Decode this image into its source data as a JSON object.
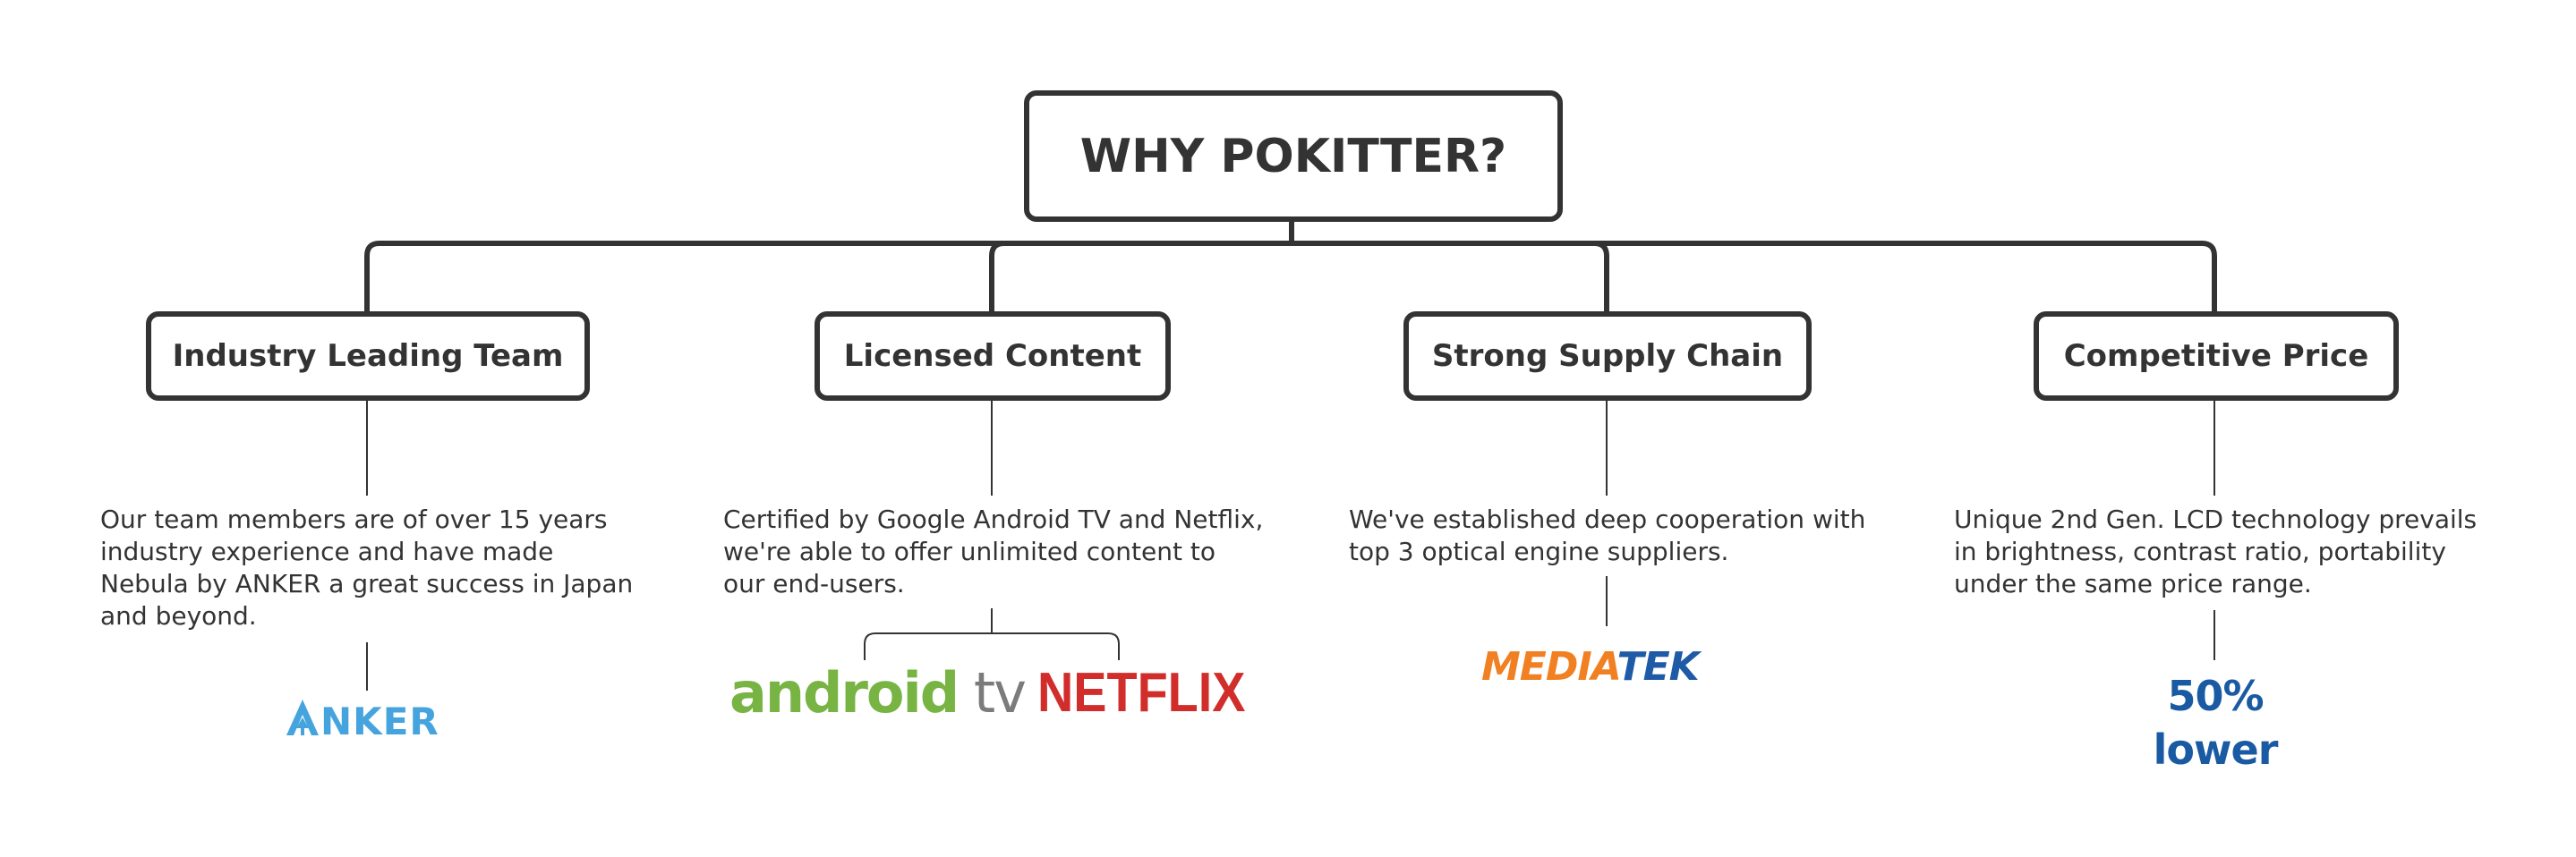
{
  "title": "WHY POKITTER?",
  "categories": [
    {
      "label": "Industry Leading Team",
      "description": "Our team members are of over 15 years\nindustry experience and have made\nNebula by ANKER a great success in Japan\nand beyond."
    },
    {
      "label": "Licensed Content",
      "description": "Certified by Google Android TV and Netflix,\nwe're able to offer unlimited content to\nour end-users."
    },
    {
      "label": "Strong Supply Chain",
      "description": "We've established deep cooperation with\ntop 3 optical engine suppliers."
    },
    {
      "label": "Competitive Price",
      "description": "Unique 2nd Gen. LCD  technology prevails\nin brightness, contrast ratio, portability\nunder the same price range."
    }
  ],
  "logos": {
    "anker": {
      "text": "ANKER",
      "icon": "anker-logo",
      "color": "#45a4de"
    },
    "androidtv": {
      "text": "androidtv",
      "icon": "android-tv-logo",
      "color_android": "#78b443",
      "color_tv": "#7b7b7b"
    },
    "netflix": {
      "text": "NETFLIX",
      "icon": "netflix-logo",
      "color": "#d12d2a"
    },
    "mediatek": {
      "text_a": "MEDIA",
      "text_b": "TEK",
      "icon": "mediatek-logo",
      "color_a": "#f08021",
      "color_b": "#1e5aa6"
    }
  },
  "price_highlight": {
    "text": "50% lower",
    "color": "#1a5aa3"
  },
  "colors": {
    "line": "#333333",
    "text": "#333333",
    "background": "#ffffff"
  }
}
